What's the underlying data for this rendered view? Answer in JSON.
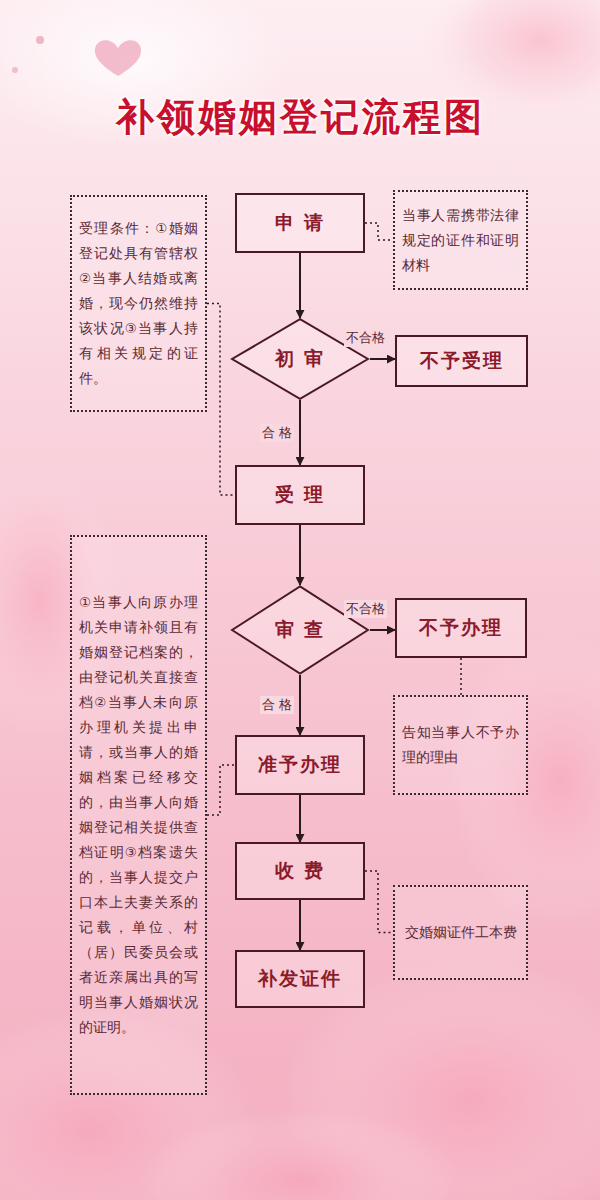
{
  "diagram": {
    "title": "补领婚姻登记流程图",
    "nodes": [
      {
        "text": [
          "申 请"
        ]
      },
      {
        "text": [
          "当事人需携带法律规定的证件和证明材料"
        ]
      },
      {
        "text": [
          "受理条件：①婚姻登记处具有管辖权②当事人结婚或离婚，现今仍然维持该状况③当事人持有相关规定的证件。"
        ]
      },
      {
        "text": [
          "初 审"
        ]
      },
      {
        "text": [
          "不予受理"
        ]
      },
      {
        "text": [
          "受 理"
        ]
      },
      {
        "text": [
          "①当事人向原办理机关申请补领且有婚姻登记档案的，由登记机关直接查档②当事人未向原办理机关提出申请，或当事人的婚姻档案已经移交的，由当事人向婚姻登记相关提供查档证明③档案遗失的，当事人提交户口本上夫妻关系的记载，单位、村（居）民委员会或者近亲属出具的写明当事人婚姻状况的证明。"
        ]
      },
      {
        "text": [
          "审 查"
        ]
      },
      {
        "text": [
          "不予办理"
        ]
      },
      {
        "text": [
          "告知当事人不予办理的理由"
        ]
      },
      {
        "text": [
          "准予办理"
        ]
      },
      {
        "text": [
          "收 费"
        ]
      },
      {
        "text": [
          "交婚姻证件工本费"
        ]
      },
      {
        "text": [
          "补发证件"
        ]
      }
    ],
    "edges": [
      {
        "from": 0,
        "to": 3,
        "arrow": "to"
      },
      {
        "from": 3,
        "to": 4,
        "label": "不合格",
        "arrow": "to"
      },
      {
        "from": 3,
        "to": 5,
        "label": "合 格",
        "arrow": "to"
      },
      {
        "from": 5,
        "to": 7,
        "arrow": "to"
      },
      {
        "from": 7,
        "to": 8,
        "label": "不合格",
        "arrow": "to"
      },
      {
        "from": 7,
        "to": 10,
        "label": "合 格",
        "arrow": "to"
      },
      {
        "from": 10,
        "to": 11,
        "arrow": "to"
      },
      {
        "from": 11,
        "to": 13,
        "arrow": "to"
      },
      {
        "from": 0,
        "to": 1,
        "arrow": "none"
      },
      {
        "from": 2,
        "to": 5,
        "arrow": "none"
      },
      {
        "from": 6,
        "to": 10,
        "arrow": "none"
      },
      {
        "from": 8,
        "to": 9,
        "arrow": "none"
      },
      {
        "from": 11,
        "to": 12,
        "arrow": "none"
      }
    ]
  }
}
